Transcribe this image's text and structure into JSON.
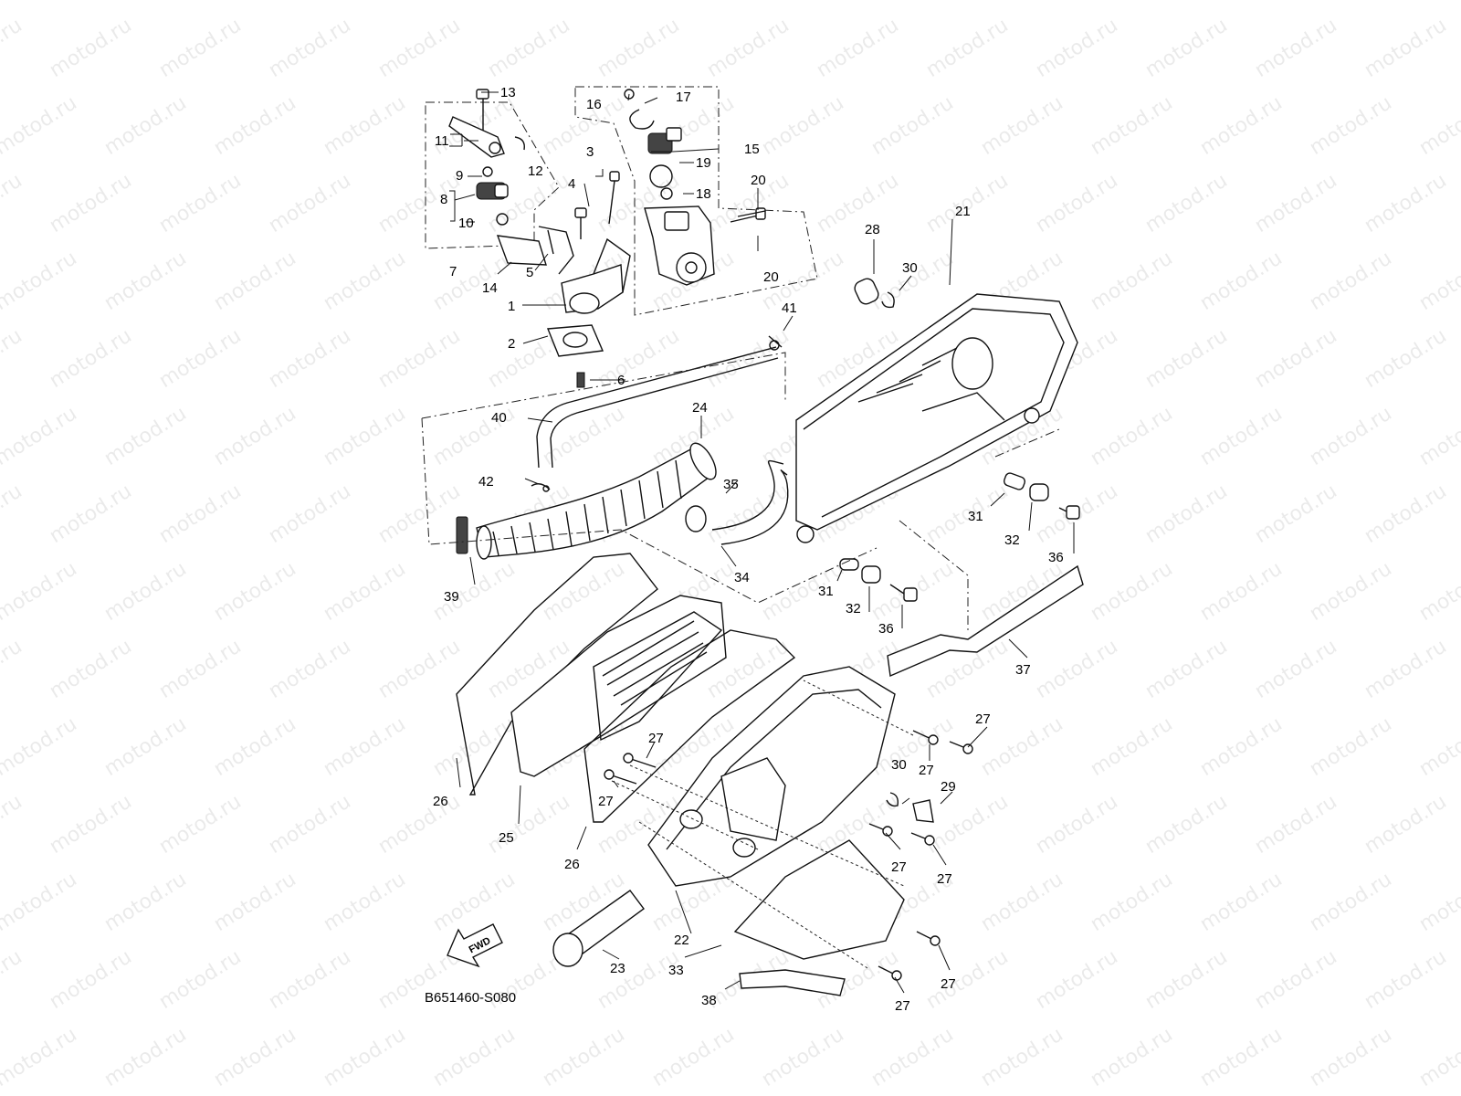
{
  "watermark": "motod.ru",
  "diagram_code": "B651460-S080",
  "fwd_label": "FWD",
  "callouts": {
    "c1": "1",
    "c2": "2",
    "c3": "3",
    "c4": "4",
    "c5": "5",
    "c6": "6",
    "c7": "7",
    "c8": "8",
    "c9": "9",
    "c10": "10",
    "c11": "11",
    "c12": "12",
    "c13": "13",
    "c14": "14",
    "c15": "15",
    "c16": "16",
    "c17": "17",
    "c18": "18",
    "c19": "19",
    "c20a": "20",
    "c20b": "20",
    "c21": "21",
    "c22": "22",
    "c23": "23",
    "c24": "24",
    "c25": "25",
    "c26a": "26",
    "c26b": "26",
    "c27a": "27",
    "c27b": "27",
    "c27c": "27",
    "c27d": "27",
    "c27e": "27",
    "c27f": "27",
    "c27g": "27",
    "c27h": "27",
    "c28": "28",
    "c29": "29",
    "c30a": "30",
    "c30b": "30",
    "c31a": "31",
    "c31b": "31",
    "c32a": "32",
    "c32b": "32",
    "c33": "33",
    "c34": "34",
    "c35": "35",
    "c36a": "36",
    "c36b": "36",
    "c37": "37",
    "c38": "38",
    "c39": "39",
    "c40": "40",
    "c41": "41",
    "c42": "42"
  }
}
